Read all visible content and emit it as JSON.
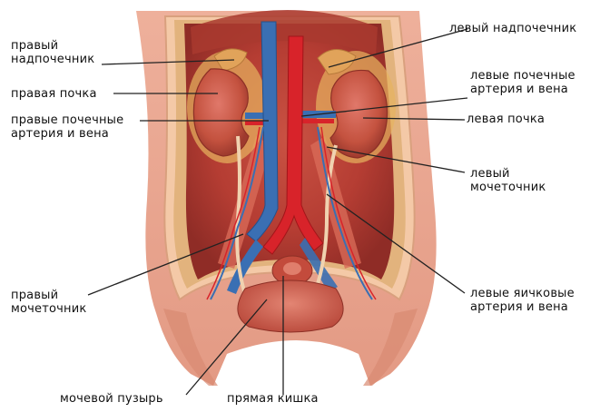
{
  "labels": {
    "right_adrenal": "правый\nнадпочечник",
    "right_kidney": "правая почка",
    "right_renal_vessels": "правые почечные\nартерия и вена",
    "right_ureter": "правый\nмочеточник",
    "bladder": "мочевой пузырь",
    "rectum": "прямая кишка",
    "left_adrenal": "левый надпочечник",
    "left_renal_vessels": "левые почечные\nартерия и вена",
    "left_kidney": "левая почка",
    "left_ureter": "левый\nмочеточник",
    "left_testicular_vessels": "левые яичковые\nартерия и вена"
  },
  "colors": {
    "flesh": "#e8a08a",
    "muscle": "#c8463c",
    "kidney": "#c95a4a",
    "artery": "#d8232a",
    "vein": "#3a6fb3",
    "fat": "#f1c978",
    "leader": "#222222"
  }
}
